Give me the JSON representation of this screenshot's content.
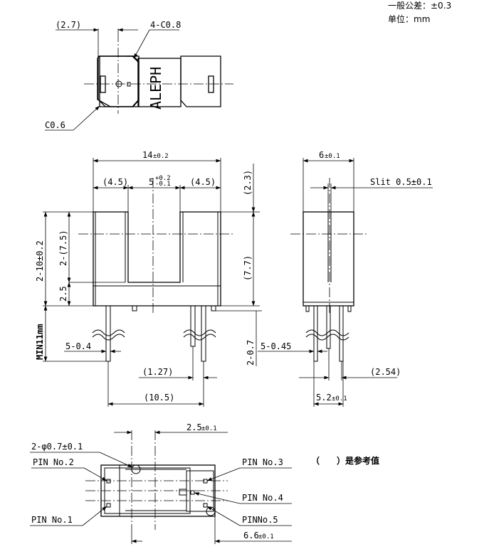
{
  "notes": {
    "tolerance": "一般公差：±0.3",
    "unit": "单位：mm",
    "reference": "（　　）是参考值"
  },
  "top_view": {
    "dim_offset": "(2.7)",
    "chamfer_4": "4-C0.8",
    "chamfer_1": "C0.6",
    "brand": "ALEPH"
  },
  "front_view": {
    "width": "14",
    "width_tol": "±0.2",
    "left_part": "(4.5)",
    "slot": "5",
    "slot_tol_plus": "+0.2",
    "slot_tol_minus": "-0.1",
    "right_part": "(4.5)",
    "top_dim": "(2.3)",
    "height": "2-10±0.2",
    "inner": "2-(7.5)",
    "base": "2.5",
    "mid": "(7.7)",
    "pin_len": "MIN11mm",
    "pin_w": "5-0.4",
    "pin_t": "2-0.7",
    "pitch": "(1.27)",
    "span": "(10.5)"
  },
  "side_view": {
    "width": "6",
    "width_tol": "±0.1",
    "slit": "Slit 0.5±0.1",
    "pin_w": "5-0.45",
    "pitch": "(2.54)",
    "span": "5.2",
    "span_tol": "±0.1"
  },
  "bottom_view": {
    "pitch": "2.5",
    "pitch_tol": "±0.1",
    "hole": "2-φ0.7±0.1",
    "pin2": "PIN No.2",
    "pin3": "PIN No.3",
    "pin4": "PIN No.4",
    "pin5": "PINNo.5",
    "pin1": "PIN No.1",
    "width": "6.6",
    "width_tol": "±0.1"
  }
}
